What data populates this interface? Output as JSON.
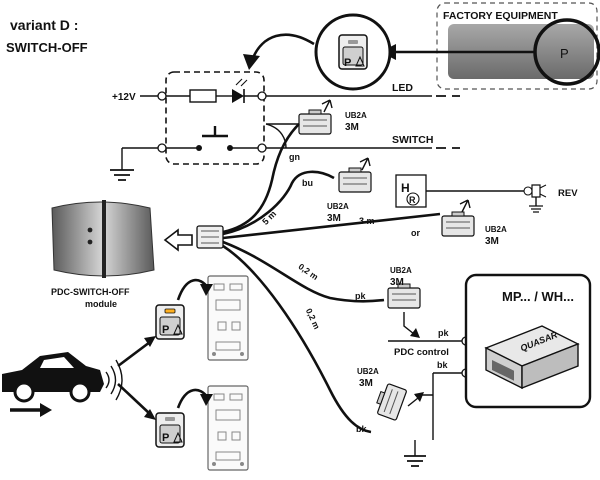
{
  "labels": {
    "variant_line1": "variant D :",
    "variant_line2": "SWITCH-OFF",
    "factory_equipment": "FACTORY EQUIPMENT",
    "supply": "+12V",
    "led": "LED",
    "switch": "SWITCH",
    "rev": "REV",
    "mp_wh": "MP... / WH...",
    "quasar": "QUASAR",
    "pdc_control": "PDC control",
    "module_line1": "PDC-SWITCH-OFF",
    "module_line2": "module",
    "gear_h": "H",
    "gear_r": "R",
    "button_glyph": "P"
  },
  "connectors": [
    {
      "id": "led",
      "label": "UB2A",
      "sub": "3M"
    },
    {
      "id": "switch",
      "label": "UB2A",
      "sub": "3M"
    },
    {
      "id": "rev",
      "label": "UB2A",
      "sub": "3M"
    },
    {
      "id": "pdc",
      "label": "UB2A",
      "sub": "3M"
    },
    {
      "id": "ground",
      "label": "UB2A",
      "sub": "3M"
    }
  ],
  "wires": {
    "gn": "gn",
    "bu": "bu",
    "or": "or",
    "pk_upper": "pk",
    "pk_lower": "pk",
    "bk_upper": "bk",
    "bk_lower": "bk",
    "len_5m": "5 m",
    "len_3m": "3 m",
    "len_02m_a": "0,2 m",
    "len_02m_b": "0,2 m"
  },
  "colors": {
    "line": "#111111",
    "module_dark": "#4a4a4a",
    "module_light": "#b5b5b5",
    "dash_box": "#555555",
    "led_on": "#ffb020"
  }
}
